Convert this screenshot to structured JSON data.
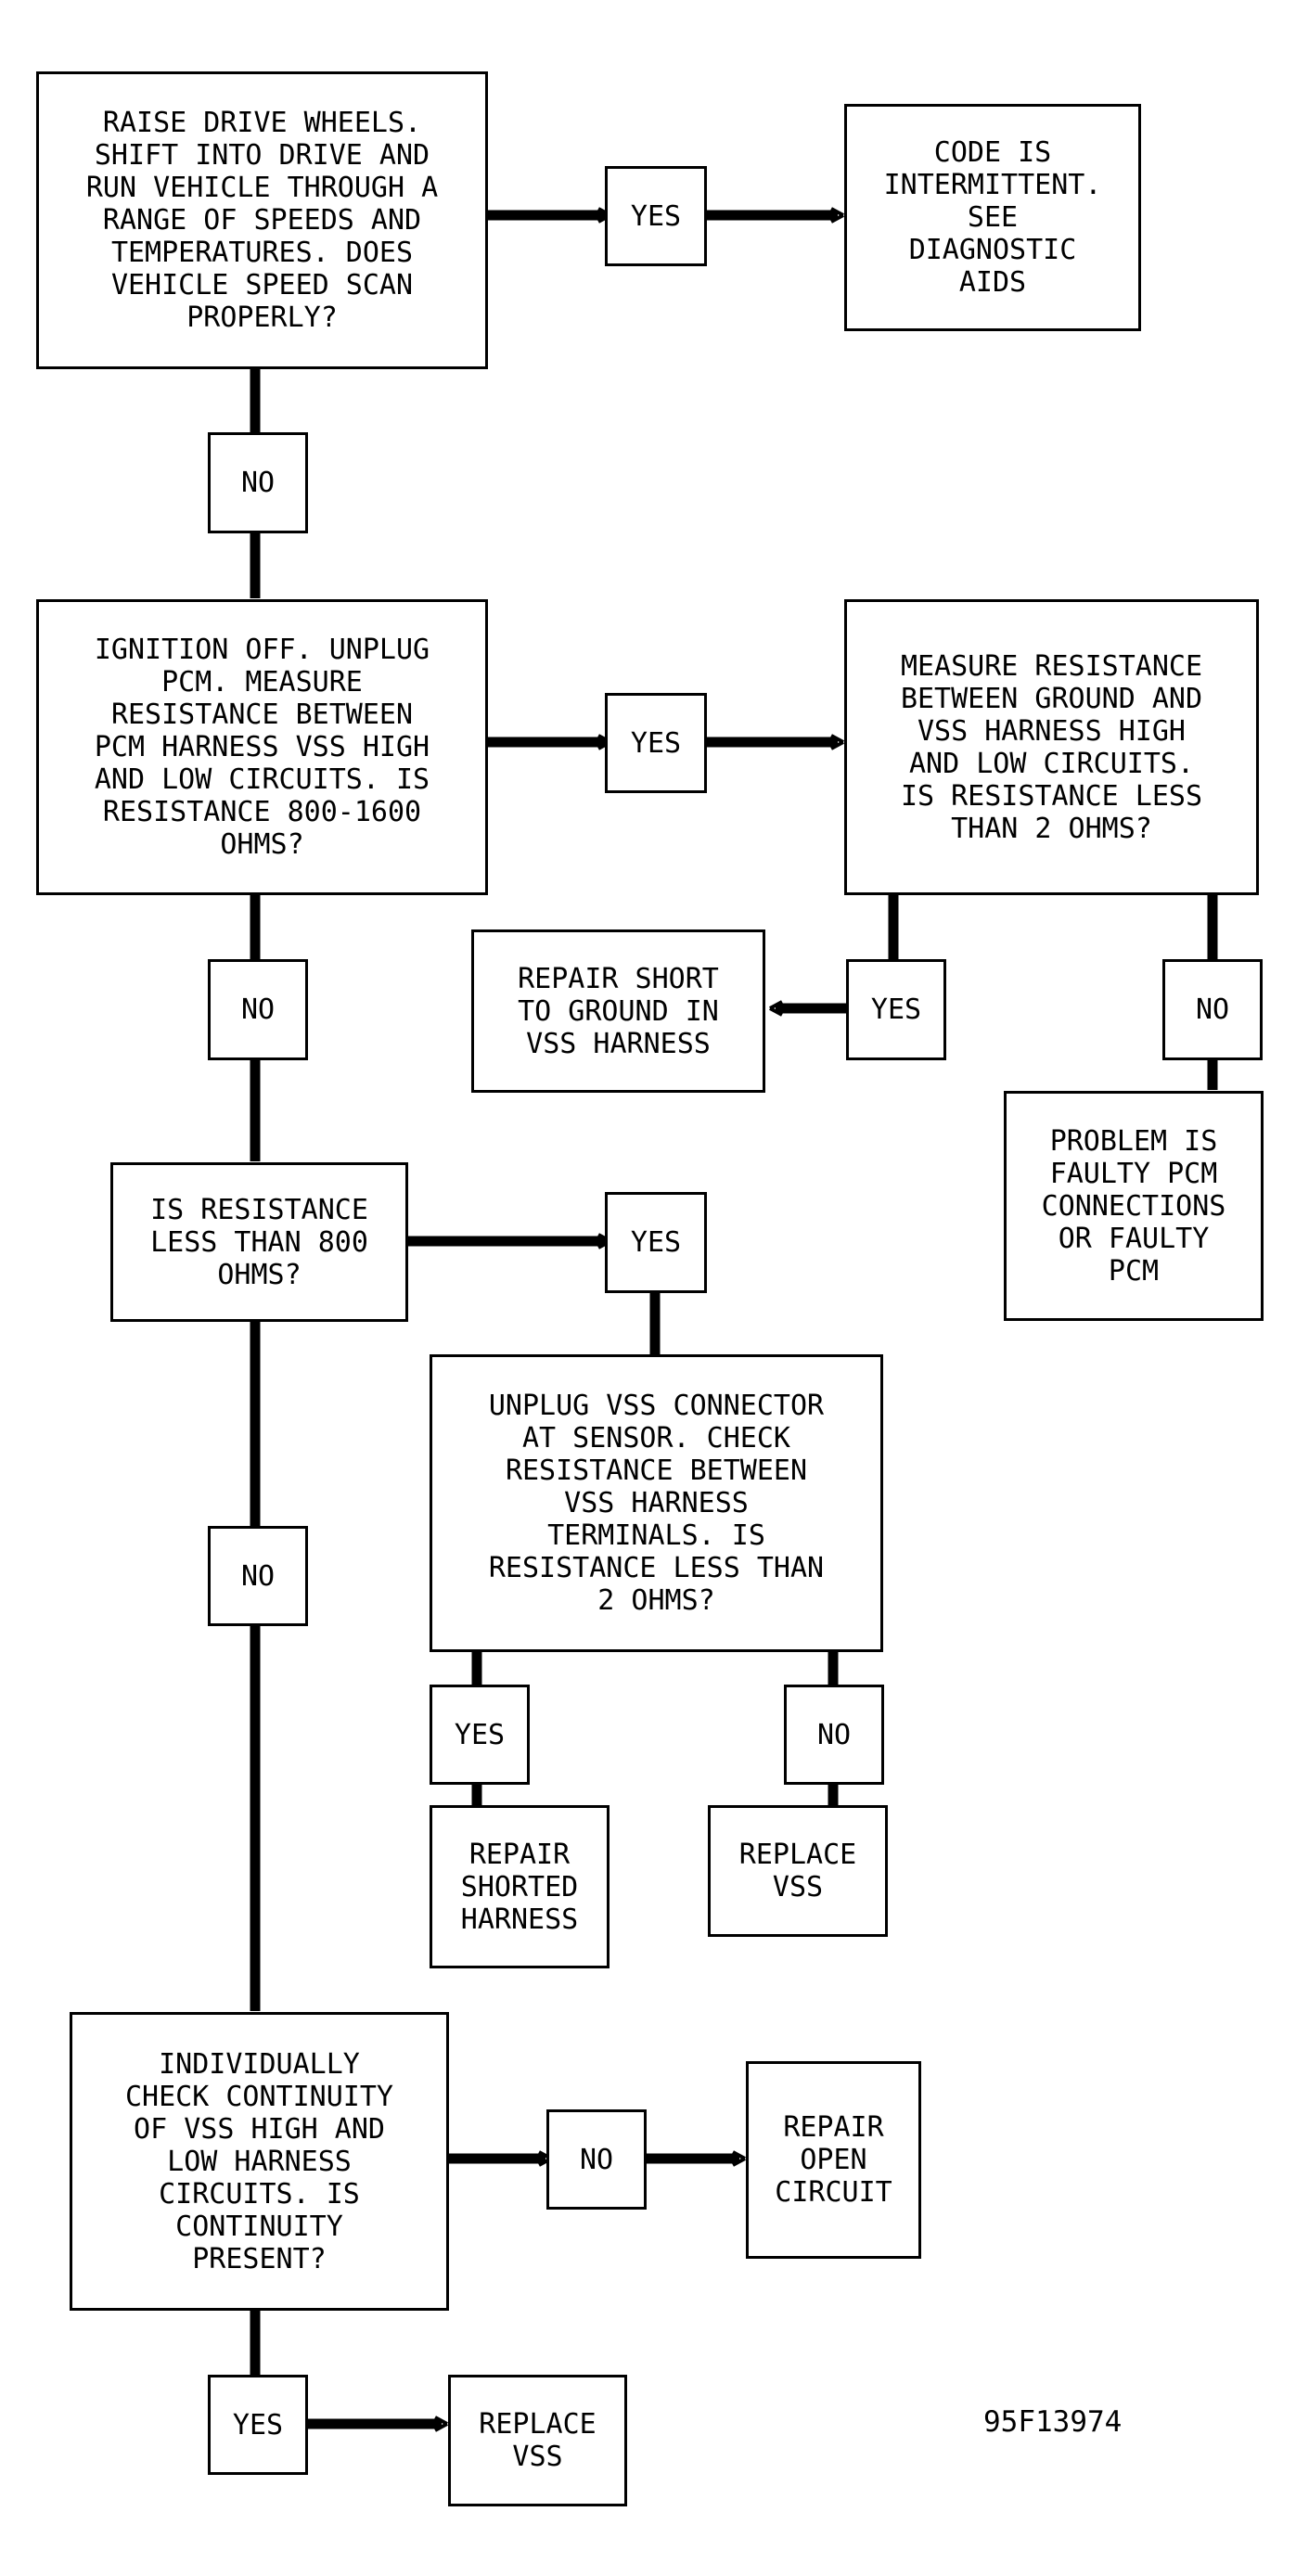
{
  "steps": {
    "raise": "RAISE DRIVE WHEELS.\nSHIFT INTO DRIVE AND\nRUN VEHICLE THROUGH A\nRANGE OF SPEEDS AND\nTEMPERATURES. DOES\nVEHICLE SPEED SCAN\nPROPERLY?",
    "intermittent": "CODE IS\nINTERMITTENT.\nSEE\nDIAGNOSTIC\nAIDS",
    "ignition": "IGNITION OFF. UNPLUG\nPCM. MEASURE\nRESISTANCE BETWEEN\nPCM HARNESS VSS HIGH\nAND LOW CIRCUITS. IS\nRESISTANCE 800-1600\nOHMS?",
    "measure_ground": "MEASURE RESISTANCE\nBETWEEN GROUND AND\nVSS HARNESS HIGH\nAND LOW CIRCUITS.\nIS RESISTANCE LESS\nTHAN 2 OHMS?",
    "repair_short": "REPAIR SHORT\nTO GROUND IN\nVSS HARNESS",
    "faulty_pcm": "PROBLEM IS\nFAULTY PCM\nCONNECTIONS\nOR FAULTY\nPCM",
    "less_800": "IS RESISTANCE\nLESS THAN 800\nOHMS?",
    "unplug_vss": "UNPLUG VSS CONNECTOR\nAT SENSOR. CHECK\nRESISTANCE BETWEEN\nVSS HARNESS\nTERMINALS. IS\nRESISTANCE LESS THAN\n2 OHMS?",
    "repair_shorted": "REPAIR\nSHORTED\nHARNESS",
    "replace_vss_1": "REPLACE\nVSS",
    "continuity": "INDIVIDUALLY\nCHECK CONTINUITY\nOF VSS HIGH AND\nLOW HARNESS\nCIRCUITS. IS\nCONTINUITY\nPRESENT?",
    "repair_open": "REPAIR\nOPEN\nCIRCUIT",
    "replace_vss_2": "REPLACE\nVSS"
  },
  "labels": {
    "yes": "YES",
    "no": "NO"
  },
  "figure_code": "95F13974"
}
